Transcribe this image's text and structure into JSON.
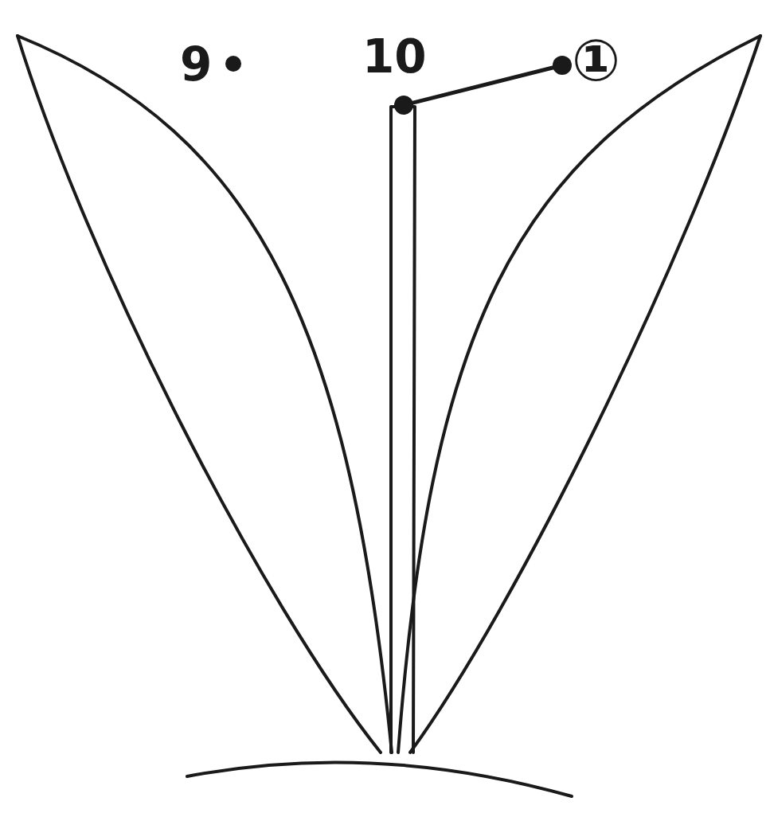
{
  "diagram": {
    "labels": [
      "9",
      "10",
      "①"
    ]
  }
}
